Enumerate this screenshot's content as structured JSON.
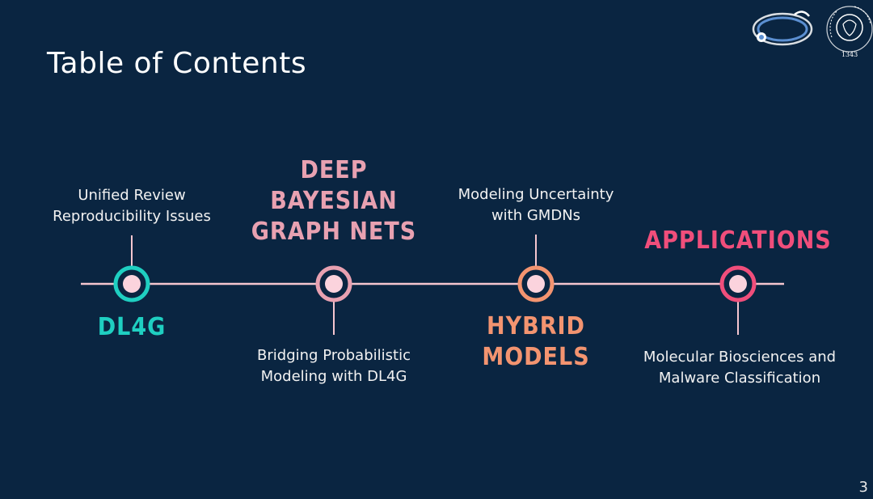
{
  "title": "Table of Contents",
  "colors": {
    "background": "#0a2541",
    "line": "#f5c6cf",
    "dl4g": "#1fcfc1",
    "bayesian": "#e8a1b1",
    "hybrid": "#f39470",
    "applications": "#f04e7b"
  },
  "milestones": [
    {
      "heading": [
        "DL4G"
      ],
      "description": [
        "Unified Review",
        "Reproducibility Issues"
      ]
    },
    {
      "heading": [
        "DEEP",
        "BAYESIAN",
        "GRAPH NETS"
      ],
      "description": [
        "Bridging Probabilistic",
        "Modeling with DL4G"
      ]
    },
    {
      "heading": [
        "HYBRID",
        "MODELS"
      ],
      "description": [
        "Modeling Uncertainty",
        "with GMDNs"
      ]
    },
    {
      "heading": [
        "APPLICATIONS"
      ],
      "description": [
        "Molecular Biosciences and",
        "Malware Classification"
      ]
    }
  ],
  "page_number": "3",
  "logos": {
    "seal_text": "IN SUPREMÆ DIGNITATIS 1343"
  }
}
